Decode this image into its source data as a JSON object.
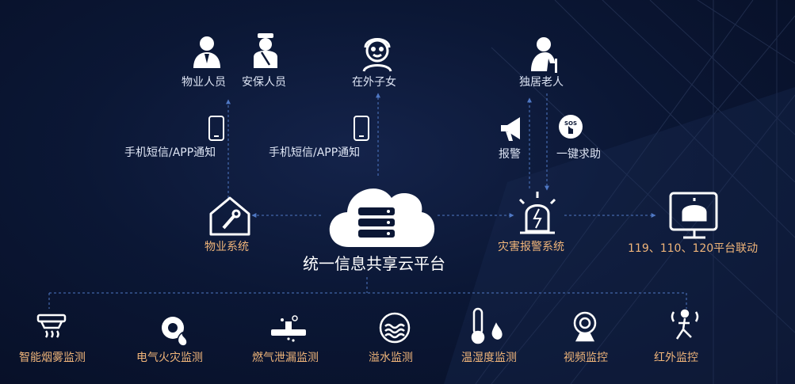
{
  "platform": {
    "title": "统一信息共享云平台"
  },
  "recipients": [
    {
      "label": "物业人员",
      "icon": "property-staff-icon"
    },
    {
      "label": "安保人员",
      "icon": "security-guard-icon"
    },
    {
      "label": "在外子女",
      "icon": "child-icon"
    },
    {
      "label": "独居老人",
      "icon": "elderly-icon"
    }
  ],
  "notifications": {
    "left": "手机短信/APP通知",
    "center": "手机短信/APP通知"
  },
  "alarm_actions": [
    {
      "label": "报警",
      "icon": "megaphone-icon"
    },
    {
      "label": "一键求助",
      "icon": "sos-button-icon",
      "badge": "SOS"
    }
  ],
  "systems": {
    "property": "物业系统",
    "disaster_alarm": "灾害报警系统",
    "linkage": "119、110、120平台联动"
  },
  "monitors": [
    {
      "label": "智能烟雾监测",
      "icon": "smoke-detector-icon"
    },
    {
      "label": "电气火灾监测",
      "icon": "electric-fire-icon"
    },
    {
      "label": "燃气泄漏监测",
      "icon": "gas-leak-icon"
    },
    {
      "label": "溢水监测",
      "icon": "water-overflow-icon"
    },
    {
      "label": "温湿度监测",
      "icon": "thermometer-icon"
    },
    {
      "label": "视频监控",
      "icon": "camera-icon"
    },
    {
      "label": "红外监控",
      "icon": "infrared-icon"
    }
  ],
  "colors": {
    "accent_line": "#4f78c4",
    "label_gold": "#f0b57a",
    "label_white": "#dfe6f5"
  }
}
